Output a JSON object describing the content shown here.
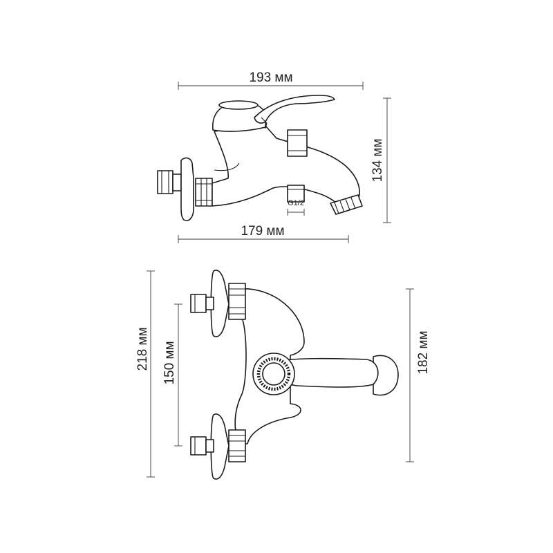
{
  "dimensions": {
    "top_width": "193 мм",
    "bottom_width": "179 мм",
    "height_side": "134 мм",
    "thread": "G1/2",
    "overall_length": "218 мм",
    "inlet_spacing": "150 мм",
    "spout_reach": "182 мм"
  },
  "colors": {
    "line": "#1a1a1a",
    "dimension": "#3a3a3a",
    "background": "#ffffff"
  }
}
